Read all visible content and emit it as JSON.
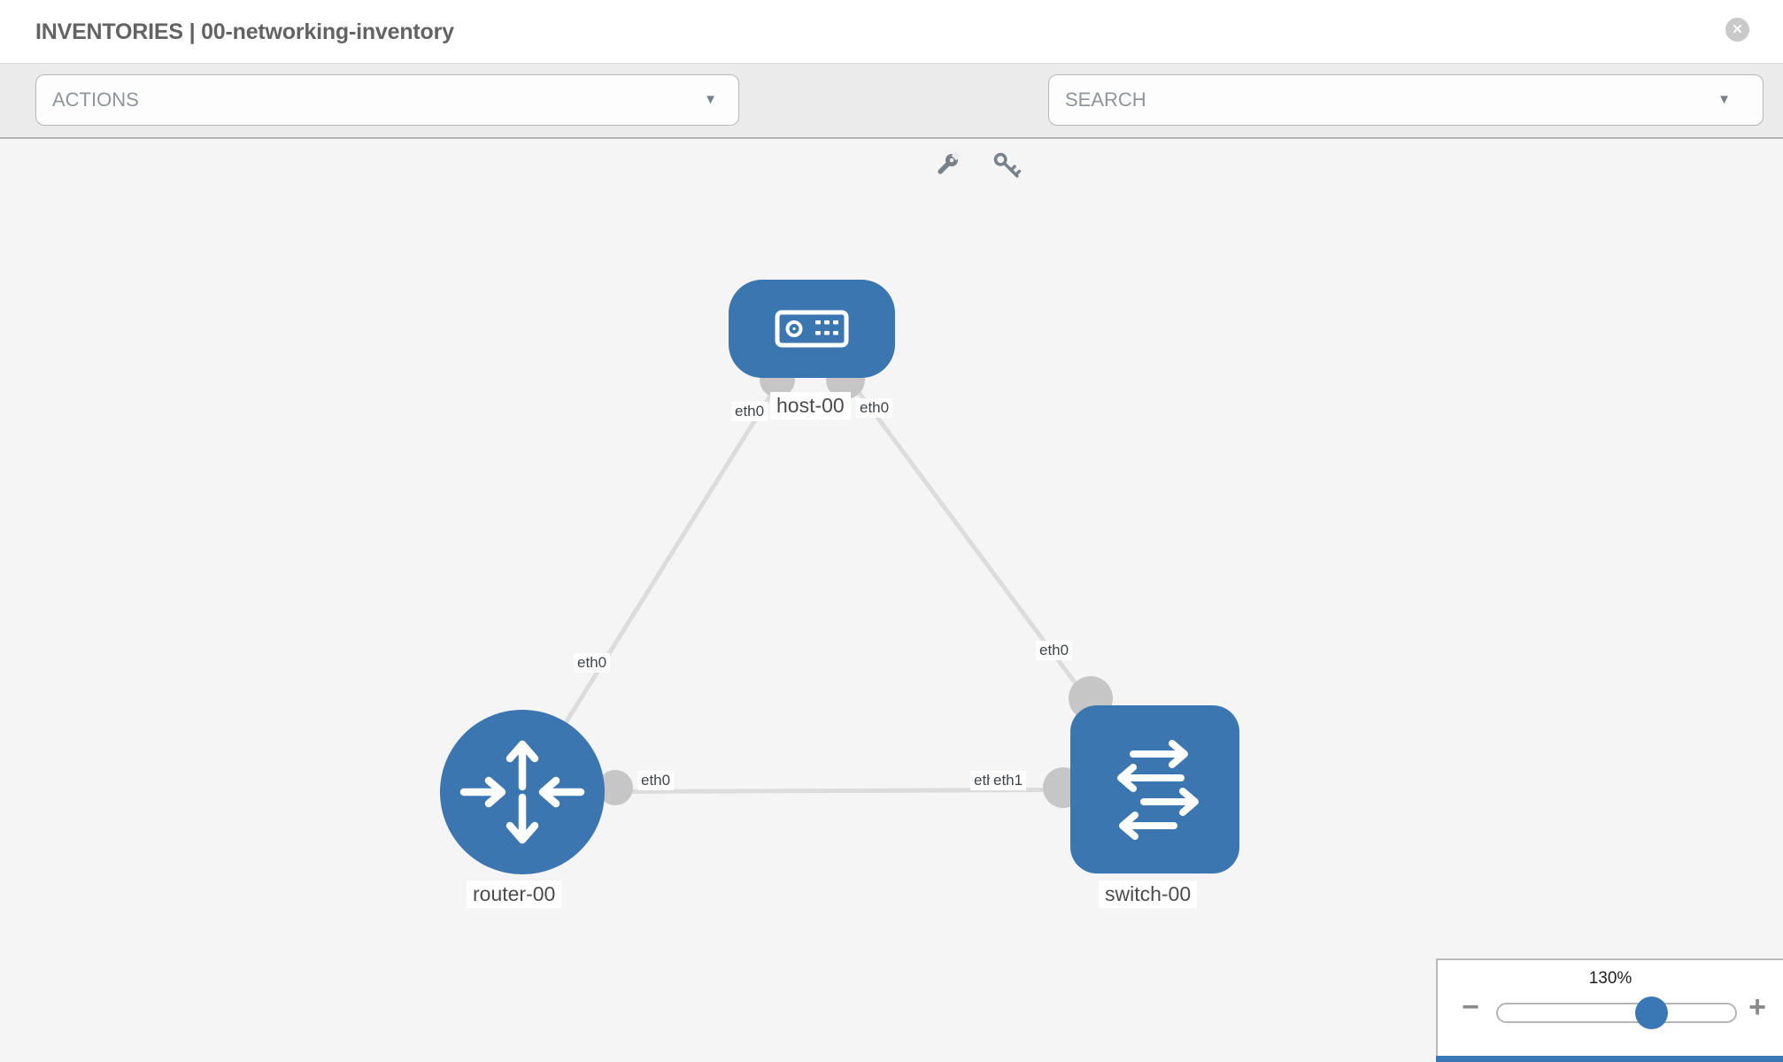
{
  "header": {
    "title": "INVENTORIES | 00-networking-inventory",
    "close_glyph": "✕"
  },
  "toolbar": {
    "actions_label": "ACTIONS",
    "search_label": "SEARCH",
    "caret_glyph": "▼",
    "icons": {
      "wrench_icon": "wrench-tool",
      "key_icon": "key-tool"
    }
  },
  "diagram": {
    "nodes": [
      {
        "label": "host-00",
        "type": "host",
        "shape": "rounded-rect",
        "color": "#3b76b1"
      },
      {
        "label": "router-00",
        "type": "router",
        "shape": "circle",
        "color": "#3b76b1"
      },
      {
        "label": "switch-00",
        "type": "switch",
        "shape": "rounded-square",
        "color": "#3b76b1"
      }
    ],
    "links": [
      {
        "from": "host-00",
        "to": "router-00",
        "from_interface": "eth0",
        "to_interface": "eth0"
      },
      {
        "from": "host-00",
        "to": "switch-00",
        "from_interface": "eth0",
        "to_interface": "eth0"
      },
      {
        "from": "router-00",
        "to": "switch-00",
        "from_interface": "eth0",
        "to_interface": "eth1"
      }
    ],
    "interface_labels": {
      "host_left": "eth0",
      "host_right": "eth0",
      "link_host_router_mid": "eth0",
      "link_host_switch_mid": "eth0",
      "router_port": "eth0",
      "switch_port_hidden": "eth0",
      "switch_port": "eth1"
    },
    "colors": {
      "node_blue": "#3b76b1",
      "link_gray": "#dcdcdc",
      "endpoint_gray": "#c6c6c6"
    }
  },
  "zoom_control": {
    "level": "130%",
    "zoom_out_glyph": "−",
    "zoom_in_glyph": "+",
    "slider_percent": 65
  }
}
